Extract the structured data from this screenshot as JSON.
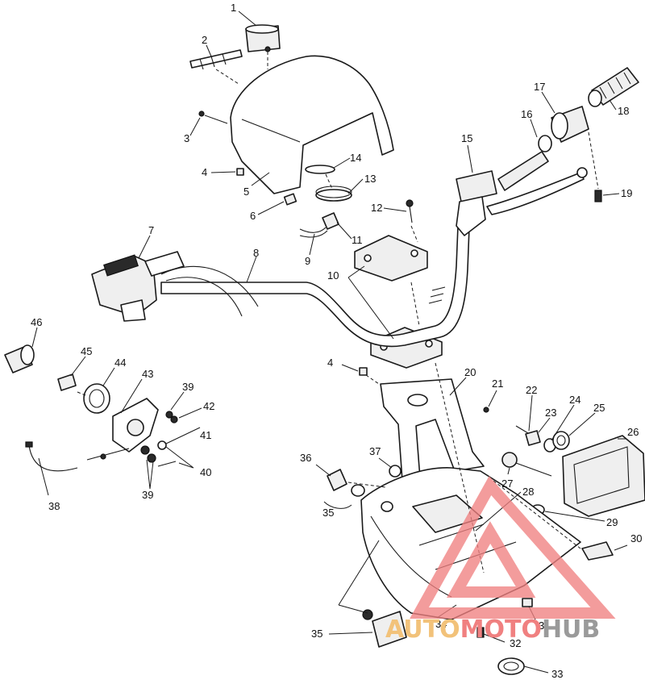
{
  "callouts": [
    {
      "id": "c1",
      "text": "1"
    },
    {
      "id": "c2",
      "text": "2"
    },
    {
      "id": "c3",
      "text": "3"
    },
    {
      "id": "c4a",
      "text": "4"
    },
    {
      "id": "c5",
      "text": "5"
    },
    {
      "id": "c6",
      "text": "6"
    },
    {
      "id": "c7",
      "text": "7"
    },
    {
      "id": "c8",
      "text": "8"
    },
    {
      "id": "c9",
      "text": "9"
    },
    {
      "id": "c10",
      "text": "10"
    },
    {
      "id": "c11",
      "text": "11"
    },
    {
      "id": "c12",
      "text": "12"
    },
    {
      "id": "c13",
      "text": "13"
    },
    {
      "id": "c14",
      "text": "14"
    },
    {
      "id": "c15",
      "text": "15"
    },
    {
      "id": "c16",
      "text": "16"
    },
    {
      "id": "c17",
      "text": "17"
    },
    {
      "id": "c18",
      "text": "18"
    },
    {
      "id": "c19",
      "text": "19"
    },
    {
      "id": "c20",
      "text": "20"
    },
    {
      "id": "c21",
      "text": "21"
    },
    {
      "id": "c22",
      "text": "22"
    },
    {
      "id": "c23",
      "text": "23"
    },
    {
      "id": "c24",
      "text": "24"
    },
    {
      "id": "c25",
      "text": "25"
    },
    {
      "id": "c26",
      "text": "26"
    },
    {
      "id": "c27",
      "text": "27"
    },
    {
      "id": "c28",
      "text": "28"
    },
    {
      "id": "c29",
      "text": "29"
    },
    {
      "id": "c30",
      "text": "30"
    },
    {
      "id": "c31",
      "text": "31"
    },
    {
      "id": "c32",
      "text": "32"
    },
    {
      "id": "c33",
      "text": "33"
    },
    {
      "id": "c34",
      "text": "34"
    },
    {
      "id": "c35a",
      "text": "35"
    },
    {
      "id": "c35b",
      "text": "35"
    },
    {
      "id": "c36",
      "text": "36"
    },
    {
      "id": "c37",
      "text": "37"
    },
    {
      "id": "c38",
      "text": "38"
    },
    {
      "id": "c39a",
      "text": "39"
    },
    {
      "id": "c39b",
      "text": "39"
    },
    {
      "id": "c40",
      "text": "40"
    },
    {
      "id": "c41",
      "text": "41"
    },
    {
      "id": "c42",
      "text": "42"
    },
    {
      "id": "c43",
      "text": "43"
    },
    {
      "id": "c44",
      "text": "44"
    },
    {
      "id": "c45",
      "text": "45"
    },
    {
      "id": "c46",
      "text": "46"
    },
    {
      "id": "c4b",
      "text": "4"
    }
  ],
  "watermark": {
    "part1": "AUTO",
    "part2": "MOTO",
    "part3": "HUB",
    "color_red": "#f08080",
    "color_orange": "#f2c27a",
    "color_gray": "#9a9a9a"
  }
}
